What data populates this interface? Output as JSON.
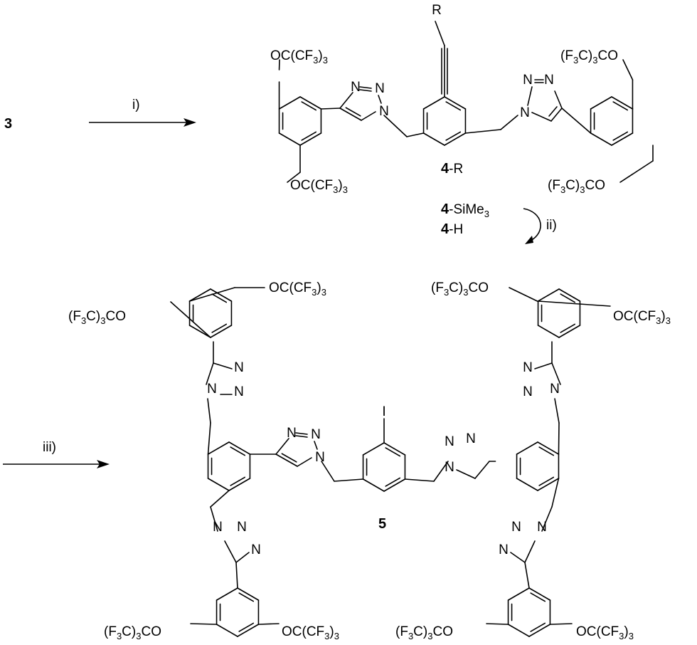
{
  "scheme": {
    "start_compound": "3",
    "arrows": [
      {
        "label": "i)"
      },
      {
        "label": "ii)"
      },
      {
        "label": "iii)"
      }
    ],
    "product_1": {
      "number": "4",
      "suffix": "-R",
      "alkyne_substituent": "R",
      "variants": [
        {
          "number": "4",
          "suffix": "-SiMe",
          "subscript": "3"
        },
        {
          "number": "4",
          "suffix": "-H",
          "subscript": ""
        }
      ]
    },
    "product_2": {
      "number": "5",
      "core_substituent": "I"
    },
    "atoms": {
      "nitrogen": "N",
      "nitrogen_linked": "N"
    },
    "groups": {
      "fluoroether_right": {
        "a": "OC(CF",
        "sub": "3",
        "b": ")",
        "sub2": "3"
      },
      "fluoroether_left": {
        "a": "(F",
        "sub": "3",
        "b": "C)",
        "sub2": "3",
        "c": "CO"
      }
    }
  }
}
